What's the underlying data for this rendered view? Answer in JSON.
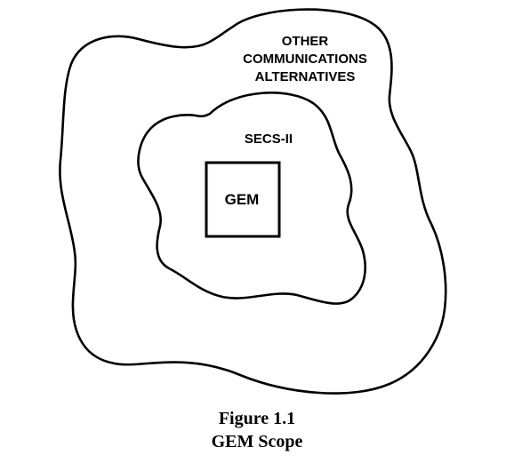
{
  "diagram": {
    "outer_region": {
      "lines": [
        "OTHER",
        "COMMUNICATIONS",
        "ALTERNATIVES"
      ]
    },
    "middle_region": {
      "label": "SECS-II"
    },
    "inner_box": {
      "label": "GEM"
    }
  },
  "caption": {
    "number": "Figure 1.1",
    "title": "GEM Scope"
  }
}
